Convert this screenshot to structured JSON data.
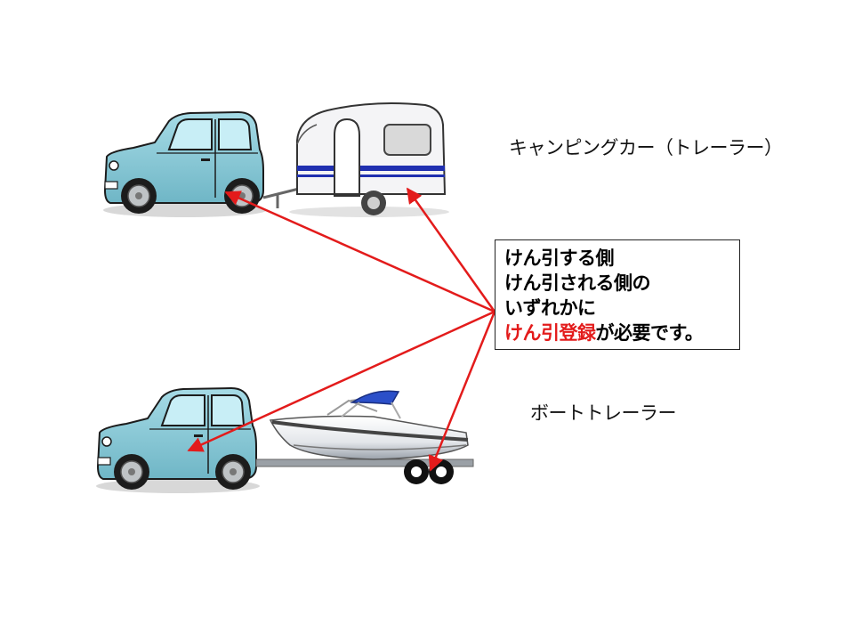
{
  "labels": {
    "caravan": "キャンピングカー（トレーラー）",
    "boat": "ボートトレーラー"
  },
  "note": {
    "line1": "けん引する側",
    "line2": "けん引される側の",
    "line3": "いずれかに",
    "line4_highlight": "けん引登録",
    "line4_rest": "が必要です。"
  },
  "colors": {
    "car_body": "#8ecfdc",
    "arrow": "#e31b1b",
    "caravan_stripe": "#2030b0",
    "canopy": "#2b4fc9"
  },
  "icons": [
    "car-icon",
    "caravan-icon",
    "boat-icon",
    "trailer-icon",
    "arrow-icon"
  ]
}
